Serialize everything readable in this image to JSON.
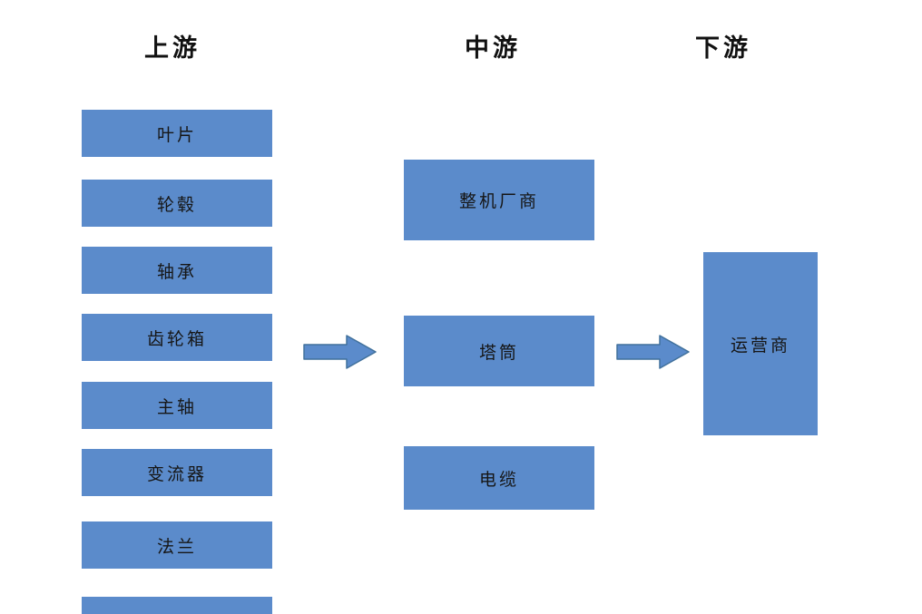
{
  "diagram": {
    "headers": {
      "upstream": "上游",
      "midstream": "中游",
      "downstream": "下游"
    },
    "upstream_items": [
      "叶片",
      "轮毂",
      "轴承",
      "齿轮箱",
      "主轴",
      "变流器",
      "法兰"
    ],
    "midstream_items": [
      "整机厂商",
      "塔筒",
      "电缆"
    ],
    "downstream_items": [
      "运营商"
    ],
    "colors": {
      "box_fill": "#5b8bcb",
      "arrow_fill": "#5b8bcb",
      "arrow_border": "#41719c",
      "text": "#161616"
    }
  }
}
